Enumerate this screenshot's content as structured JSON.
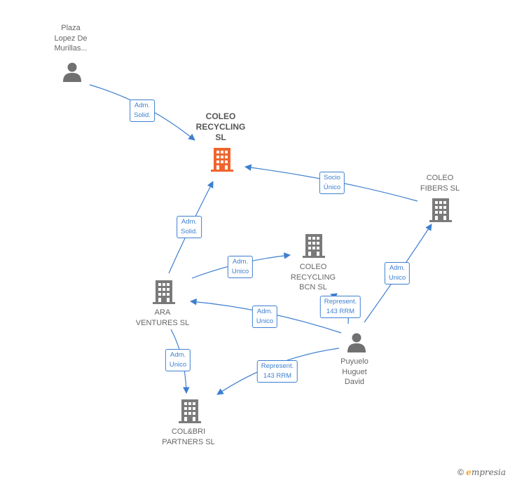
{
  "nodes": {
    "plaza": {
      "label": "Plaza\nLopez De\nMurillas...",
      "kind": "person"
    },
    "coleo_recycling": {
      "label": "COLEO\nRECYCLING\nSL",
      "kind": "company",
      "highlight": true
    },
    "coleo_fibers": {
      "label": "COLEO\nFIBERS  SL",
      "kind": "company"
    },
    "coleo_bcn": {
      "label": "COLEO\nRECYCLING\nBCN  SL",
      "kind": "company"
    },
    "ara": {
      "label": "ARA\nVENTURES  SL",
      "kind": "company"
    },
    "puyuelo": {
      "label": "Puyuelo\nHuguet\nDavid",
      "kind": "person"
    },
    "colbri": {
      "label": "COL&BRI\nPARTNERS  SL",
      "kind": "company"
    }
  },
  "relations": {
    "plaza_recycling": "Adm.\nSolid.",
    "fibers_recycling": "Socio\nÚnico",
    "ara_recycling": "Adm.\nSolid.",
    "ara_bcn": "Adm.\nUnico",
    "puyuelo_fibers": "Adm.\nUnico",
    "puyuelo_bcn": "Represent.\n143 RRM",
    "puyuelo_ara": "Adm.\nUnico",
    "ara_colbri": "Adm.\nUnico",
    "puyuelo_colbri": "Represent.\n143 RRM"
  },
  "colors": {
    "edge": "#3d7fd0",
    "company": "#7a7a7a",
    "highlight": "#f0642c",
    "person": "#707070"
  },
  "footer": {
    "copyright": "©",
    "brand_initial": "e",
    "brand_rest": "mpresia"
  }
}
